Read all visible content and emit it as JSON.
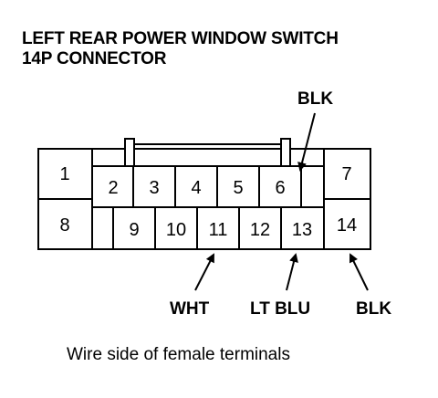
{
  "title": {
    "line1": "LEFT REAR POWER WINDOW SWITCH",
    "line2": "14P CONNECTOR"
  },
  "connector": {
    "pins": [
      "1",
      "2",
      "3",
      "4",
      "5",
      "6",
      "7",
      "8",
      "9",
      "10",
      "11",
      "12",
      "13",
      "14"
    ]
  },
  "wire_labels": {
    "top_blk": "BLK",
    "wht": "WHT",
    "lt_blu": "LT BLU",
    "bottom_blk": "BLK"
  },
  "caption": "Wire side of female terminals",
  "colors": {
    "line": "#000000",
    "background": "#ffffff"
  }
}
